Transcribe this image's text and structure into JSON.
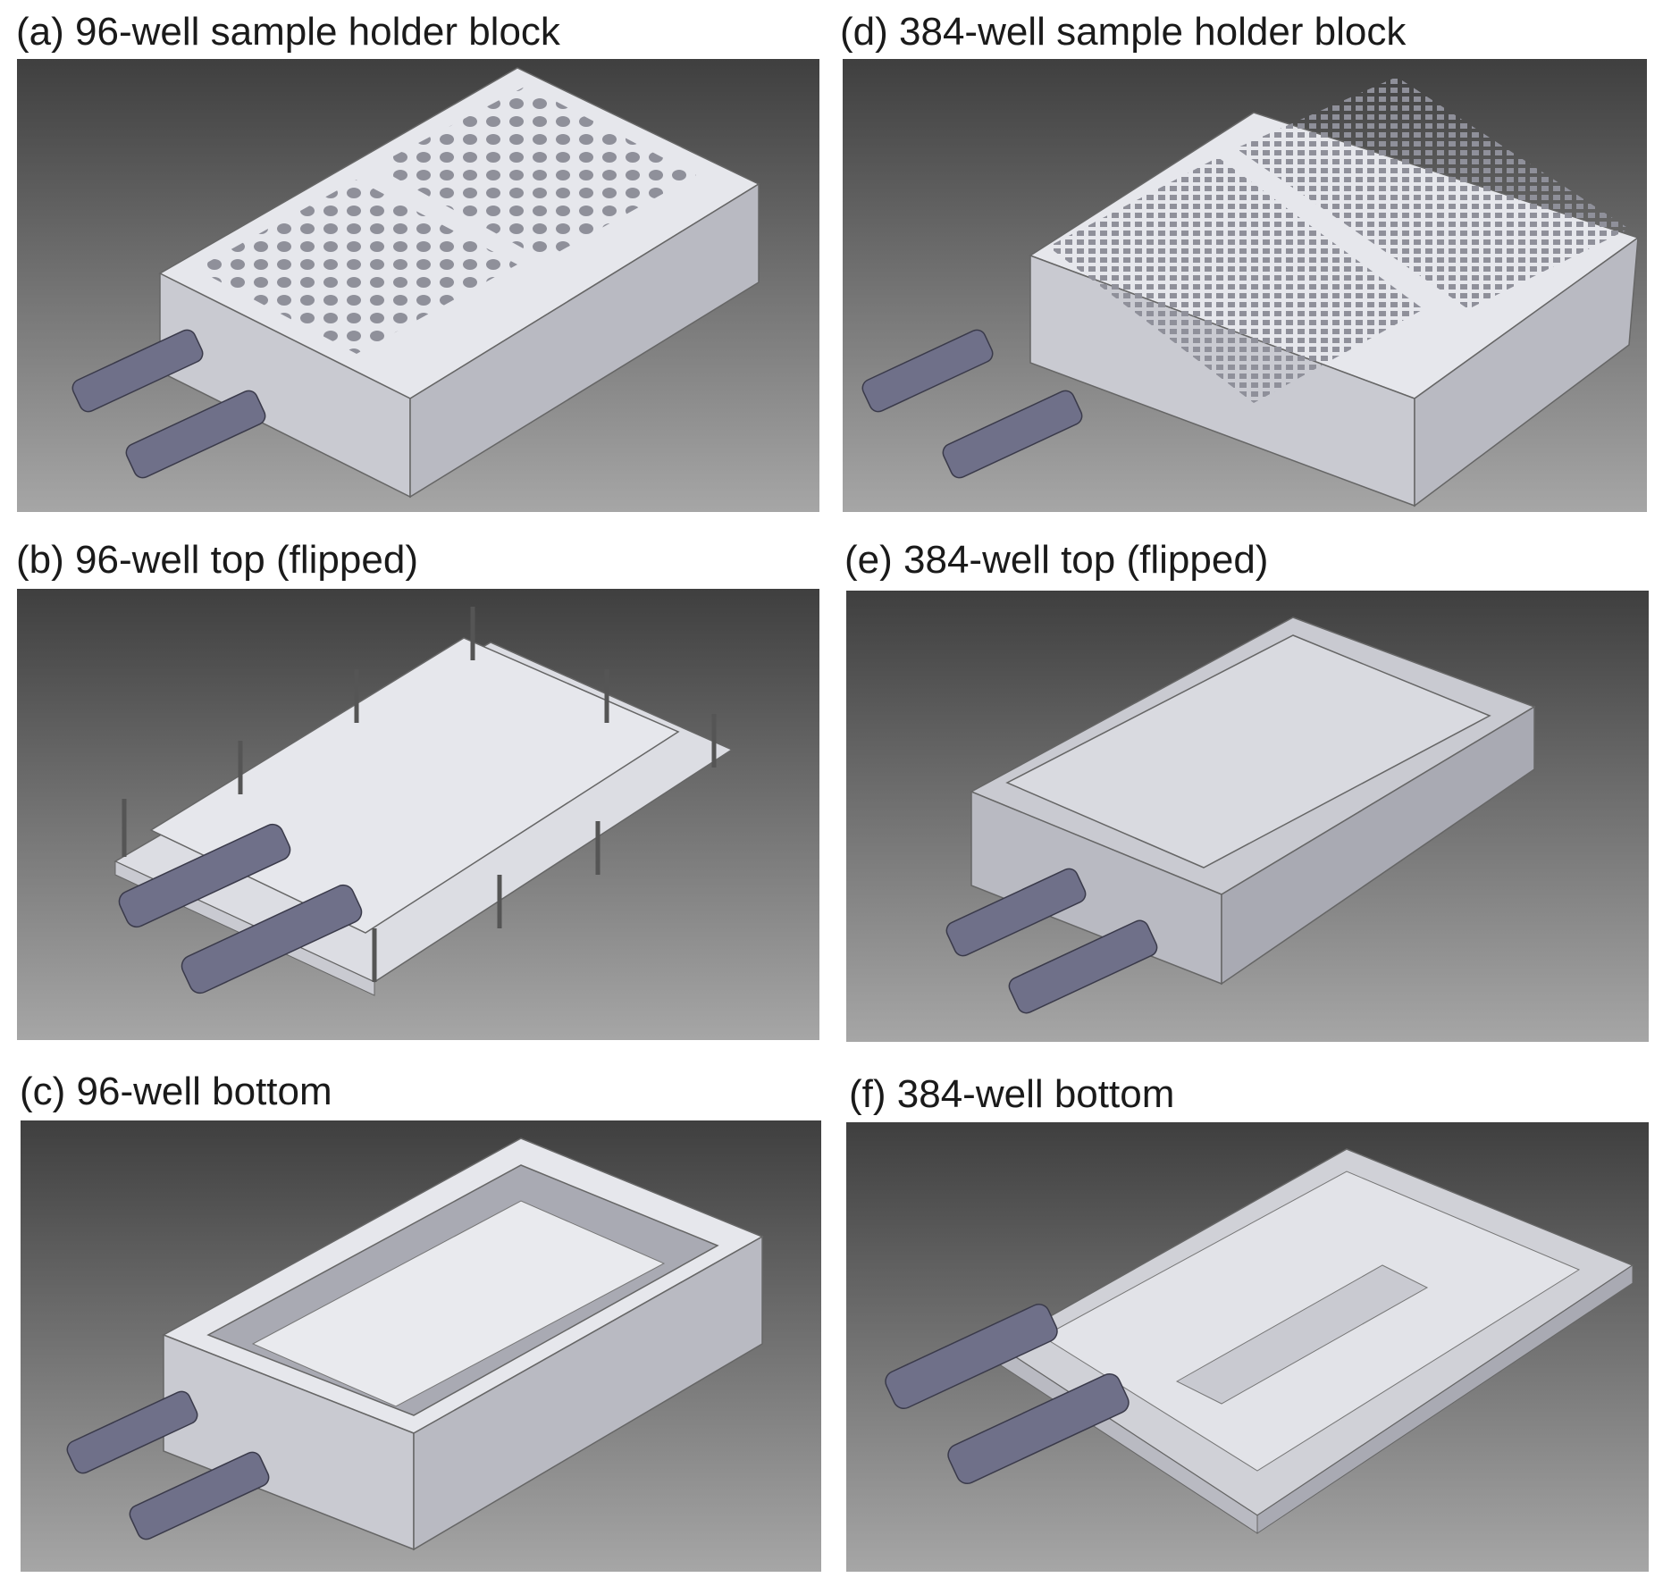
{
  "figure": {
    "panels": [
      {
        "id": "a",
        "caption": "(a) 96-well sample holder block"
      },
      {
        "id": "b",
        "caption": "(b) 96-well top (flipped)"
      },
      {
        "id": "c",
        "caption": "(c) 96-well bottom"
      },
      {
        "id": "d",
        "caption": "(d)  384-well sample holder block"
      },
      {
        "id": "e",
        "caption": "(e)  384-well top (flipped)"
      },
      {
        "id": "f",
        "caption": "(f) 384-well bottom"
      }
    ]
  },
  "colors": {
    "bg_top": "#3f3f3f",
    "bg_bottom": "#a6a6a6",
    "metal_light": "#e6e7ec",
    "metal_mid": "#c9cad1",
    "metal_dark": "#9c9da6",
    "fitting": "#6f7089",
    "hole": "#8f909a"
  }
}
